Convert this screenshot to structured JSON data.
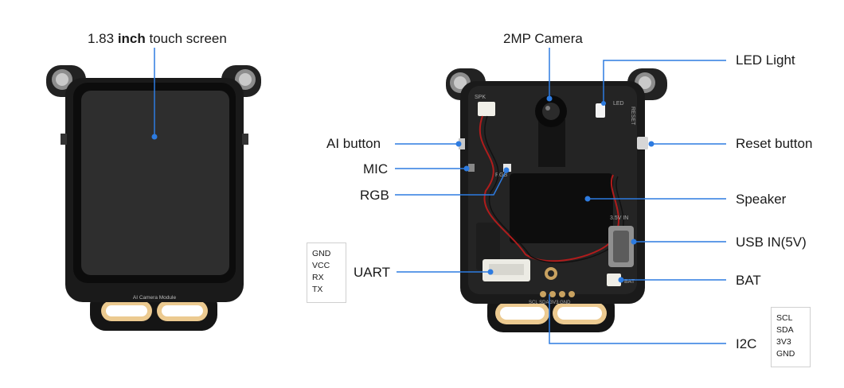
{
  "colors": {
    "callout": "#2d7be0",
    "board": "#161616",
    "pad": "#e9c88f"
  },
  "front": {
    "screen_label_pre": "1.83 ",
    "screen_label_bold": "inch",
    "screen_label_post": " touch screen",
    "silkscreen": "AI Camera Module"
  },
  "back": {
    "callouts": {
      "camera": "2MP Camera",
      "led": "LED Light",
      "ai_button": "AI button",
      "reset_button": "Reset button",
      "mic": "MIC",
      "rgb": "RGB",
      "speaker": "Speaker",
      "usb": "USB IN(5V)",
      "uart": "UART",
      "bat": "BAT",
      "i2c": "I2C"
    },
    "uart_pins": [
      "GND",
      "VCC",
      "RX",
      "TX"
    ],
    "i2c_pins": [
      "SCL",
      "SDA",
      "3V3",
      "GND"
    ],
    "silk": {
      "spk": "SPK",
      "led": "LED",
      "rst": "RESET",
      "rgb": "RGB",
      "in": "3.5V IN",
      "bat": "BAT",
      "i2c": "SCL SDA 3V3 GND"
    }
  }
}
